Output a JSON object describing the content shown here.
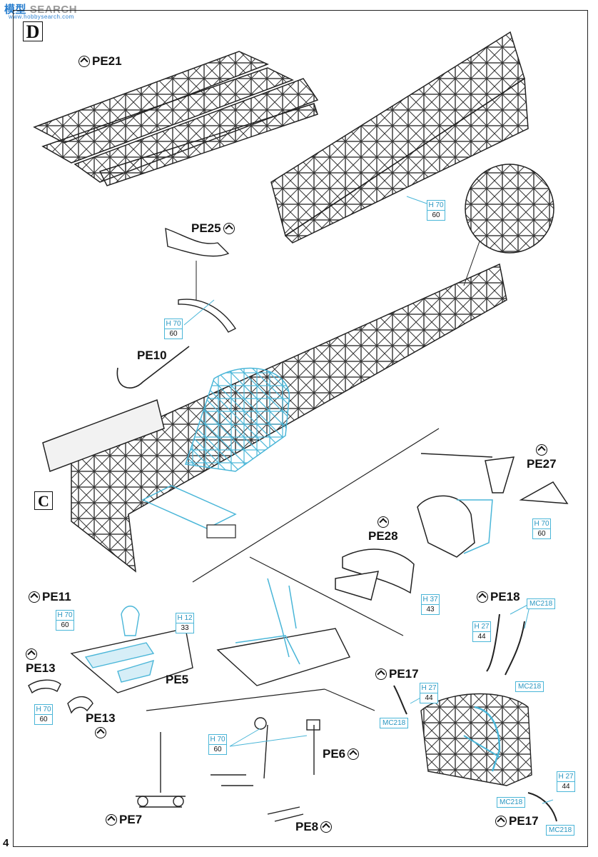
{
  "watermark": {
    "brand_a": "模型",
    "brand_b": "SEARCH",
    "url": "www.hobbysearch.com"
  },
  "sections": {
    "main": "D",
    "sub": "C"
  },
  "parts": {
    "pe21": "PE21",
    "pe25": "PE25",
    "pe10": "PE10",
    "pe27": "PE27",
    "pe28": "PE28",
    "pe11": "PE11",
    "pe18": "PE18",
    "pe13_a": "PE13",
    "pe5": "PE5",
    "pe17_a": "PE17",
    "pe13_b": "PE13",
    "pe6": "PE6",
    "pe7": "PE7",
    "pe8": "PE8",
    "pe17_b": "PE17"
  },
  "paint_codes": {
    "h70_frame": {
      "code": "H 70",
      "value": "60"
    },
    "h70_pe10": {
      "code": "H 70",
      "value": "60"
    },
    "h70_pe27": {
      "code": "H 70",
      "value": "60"
    },
    "h37_pe28": {
      "code": "H 37",
      "value": "43"
    },
    "h70_pe11": {
      "code": "H 70",
      "value": "60"
    },
    "h12_floor": {
      "code": "H 12",
      "value": "33"
    },
    "h70_pe13": {
      "code": "H 70",
      "value": "60"
    },
    "h27_pe18": {
      "code": "H 27",
      "value": "44"
    },
    "h27_pe17": {
      "code": "H 27",
      "value": "44"
    },
    "h70_pedals": {
      "code": "H 70",
      "value": "60"
    },
    "h27_pe17b": {
      "code": "H 27",
      "value": "44"
    },
    "mc218_a": "MC218",
    "mc218_b": "MC218",
    "mc218_c": "MC218",
    "mc218_d": "MC218",
    "mc218_e": "MC218"
  },
  "page_number": "4",
  "colors": {
    "accent_blue": "#4ab6d8",
    "line": "#222222"
  },
  "icons": [
    "turn-over-icon"
  ]
}
